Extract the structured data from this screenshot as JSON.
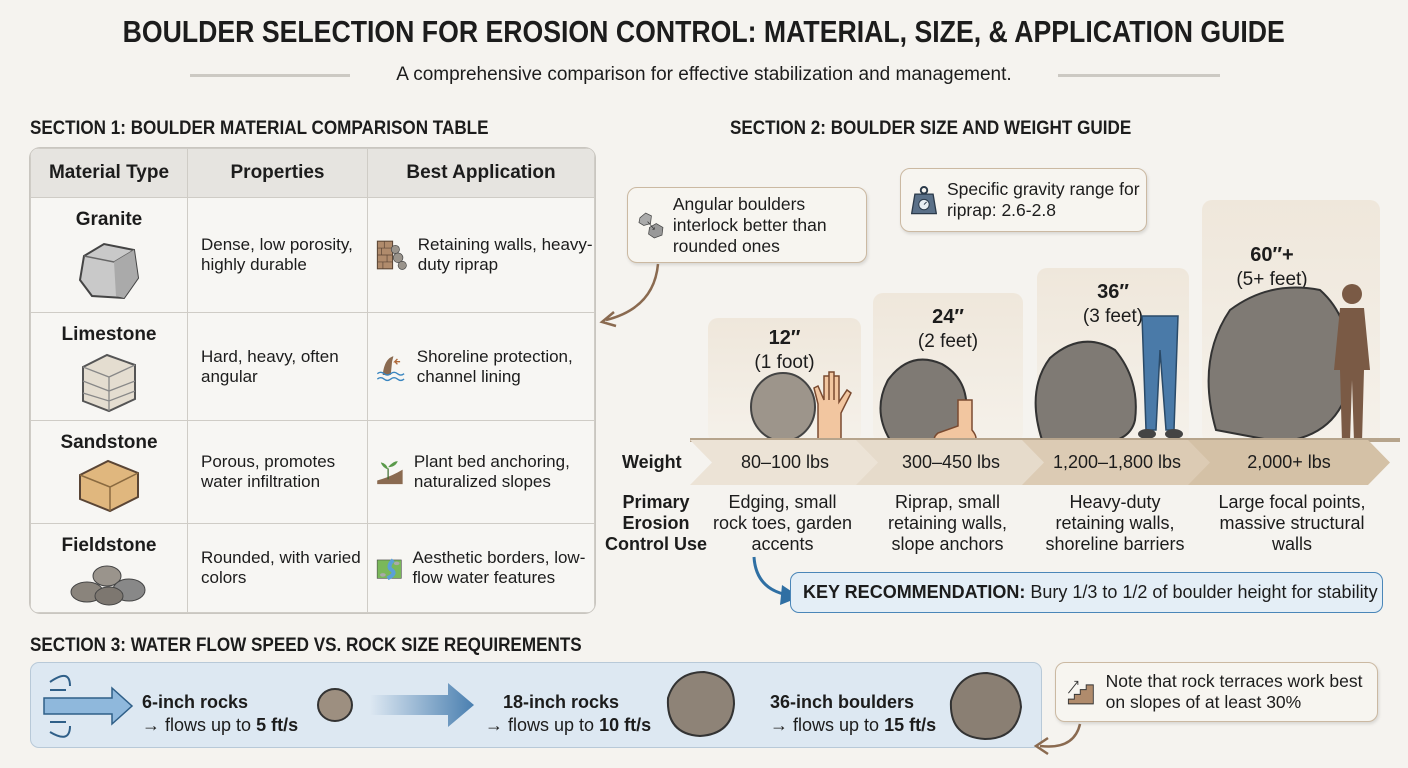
{
  "title": "BOULDER SELECTION FOR EROSION CONTROL: MATERIAL, SIZE, & APPLICATION GUIDE",
  "subtitle": "A comprehensive comparison for effective stabilization and management.",
  "section1": {
    "heading": "SECTION 1: BOULDER MATERIAL COMPARISON TABLE",
    "columns": [
      "Material Type",
      "Properties",
      "Best Application"
    ],
    "rows": [
      {
        "material": "Granite",
        "properties": "Dense, low porosity, highly durable",
        "application": "Retaining walls, heavy-duty riprap",
        "icon": "retaining-wall-icon"
      },
      {
        "material": "Limestone",
        "properties": "Hard, heavy, often angular",
        "application": "Shoreline protection, channel lining",
        "icon": "shoreline-wave-icon"
      },
      {
        "material": "Sandstone",
        "properties": "Porous, promotes water infiltration",
        "application": "Plant bed anchoring, naturalized slopes",
        "icon": "plant-slope-icon"
      },
      {
        "material": "Fieldstone",
        "properties": "Rounded, with varied colors",
        "application": "Aesthetic borders, low-flow water features",
        "icon": "stream-icon"
      }
    ]
  },
  "section2": {
    "heading": "SECTION 2: BOULDER SIZE AND WEIGHT GUIDE",
    "angular_note": "Angular boulders interlock better than rounded ones",
    "gravity_note": "Specific gravity range for riprap: 2.6-2.8",
    "weight_label": "Weight",
    "use_label": "Primary Erosion Control Use",
    "sizes": [
      {
        "size": "12″",
        "feet": "(1 foot)",
        "weight": "80–100 lbs",
        "use": "Edging, small rock toes, garden accents",
        "scale_ref": "hand"
      },
      {
        "size": "24″",
        "feet": "(2 feet)",
        "weight": "300–450 lbs",
        "use": "Riprap, small retaining walls, slope anchors",
        "scale_ref": "foot"
      },
      {
        "size": "36″",
        "feet": "(3 feet)",
        "weight": "1,200–1,800 lbs",
        "use": "Heavy-duty retaining walls, shoreline barriers",
        "scale_ref": "legs"
      },
      {
        "size": "60″+",
        "feet": "(5+ feet)",
        "weight": "2,000+ lbs",
        "use": "Large focal points, massive structural walls",
        "scale_ref": "person"
      }
    ],
    "key_label": "KEY RECOMMENDATION:",
    "key_text": "Bury 1/3 to 1/2 of boulder height for stability"
  },
  "section3": {
    "heading": "SECTION 3: WATER FLOW SPEED VS. ROCK SIZE REQUIREMENTS",
    "items": [
      {
        "rock": "6-inch rocks",
        "prefix": "→ flows up to",
        "speed": "5 ft/s"
      },
      {
        "rock": "18-inch rocks",
        "prefix": "→ flows up to",
        "speed": "10 ft/s"
      },
      {
        "rock": "36-inch boulders",
        "prefix": "→ flows up to",
        "speed": "15 ft/s"
      }
    ],
    "terrace_note": "Note that rock terraces work best on slopes of at least 30%"
  },
  "colors": {
    "background": "#f5f3ef",
    "flow_panel": "#dde8f2",
    "accent_blue": "#2f6fa3",
    "rock": "#7d7770",
    "tan": "#d9c7ad"
  }
}
